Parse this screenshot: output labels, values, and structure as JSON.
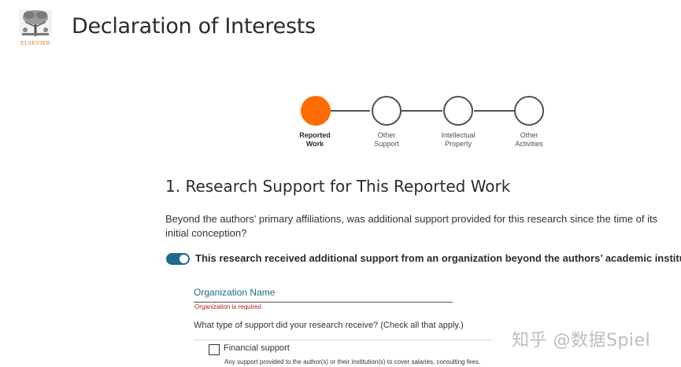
{
  "header": {
    "logo_text": "ELSEVIER",
    "title": "Declaration of Interests"
  },
  "stepper": {
    "steps": [
      {
        "line1": "Reported",
        "line2": "Work",
        "state": "active"
      },
      {
        "line1": "Other",
        "line2": "Support",
        "state": "inactive"
      },
      {
        "line1": "Intellectual",
        "line2": "Property",
        "state": "inactive"
      },
      {
        "line1": "Other",
        "line2": "Activities",
        "state": "inactive"
      }
    ]
  },
  "section": {
    "heading": "1. Research Support for This Reported Work",
    "question": "Beyond the authors' primary affiliations, was additional support provided for this research since the time of its initial conception?",
    "toggle": {
      "state": "on",
      "label": "This research received additional support from an organization beyond the authors’ academic institutions."
    },
    "org_field": {
      "placeholder": "Organization Name",
      "value": "",
      "error": "Organization is required"
    },
    "support_question": "What type of support did your research receive? (Check all that apply.)",
    "options": [
      {
        "label": "Financial support",
        "checked": false,
        "description": "Any support provided to the author(s) or their institution(s) to cover salaries, consulting fees,"
      }
    ]
  },
  "watermark": "知乎 @数据Spiel",
  "colors": {
    "accent_orange": "#ff6c00",
    "toggle_teal": "#1c6b8a",
    "error_red": "#b01c1c",
    "logo_orange": "#e9711c"
  }
}
